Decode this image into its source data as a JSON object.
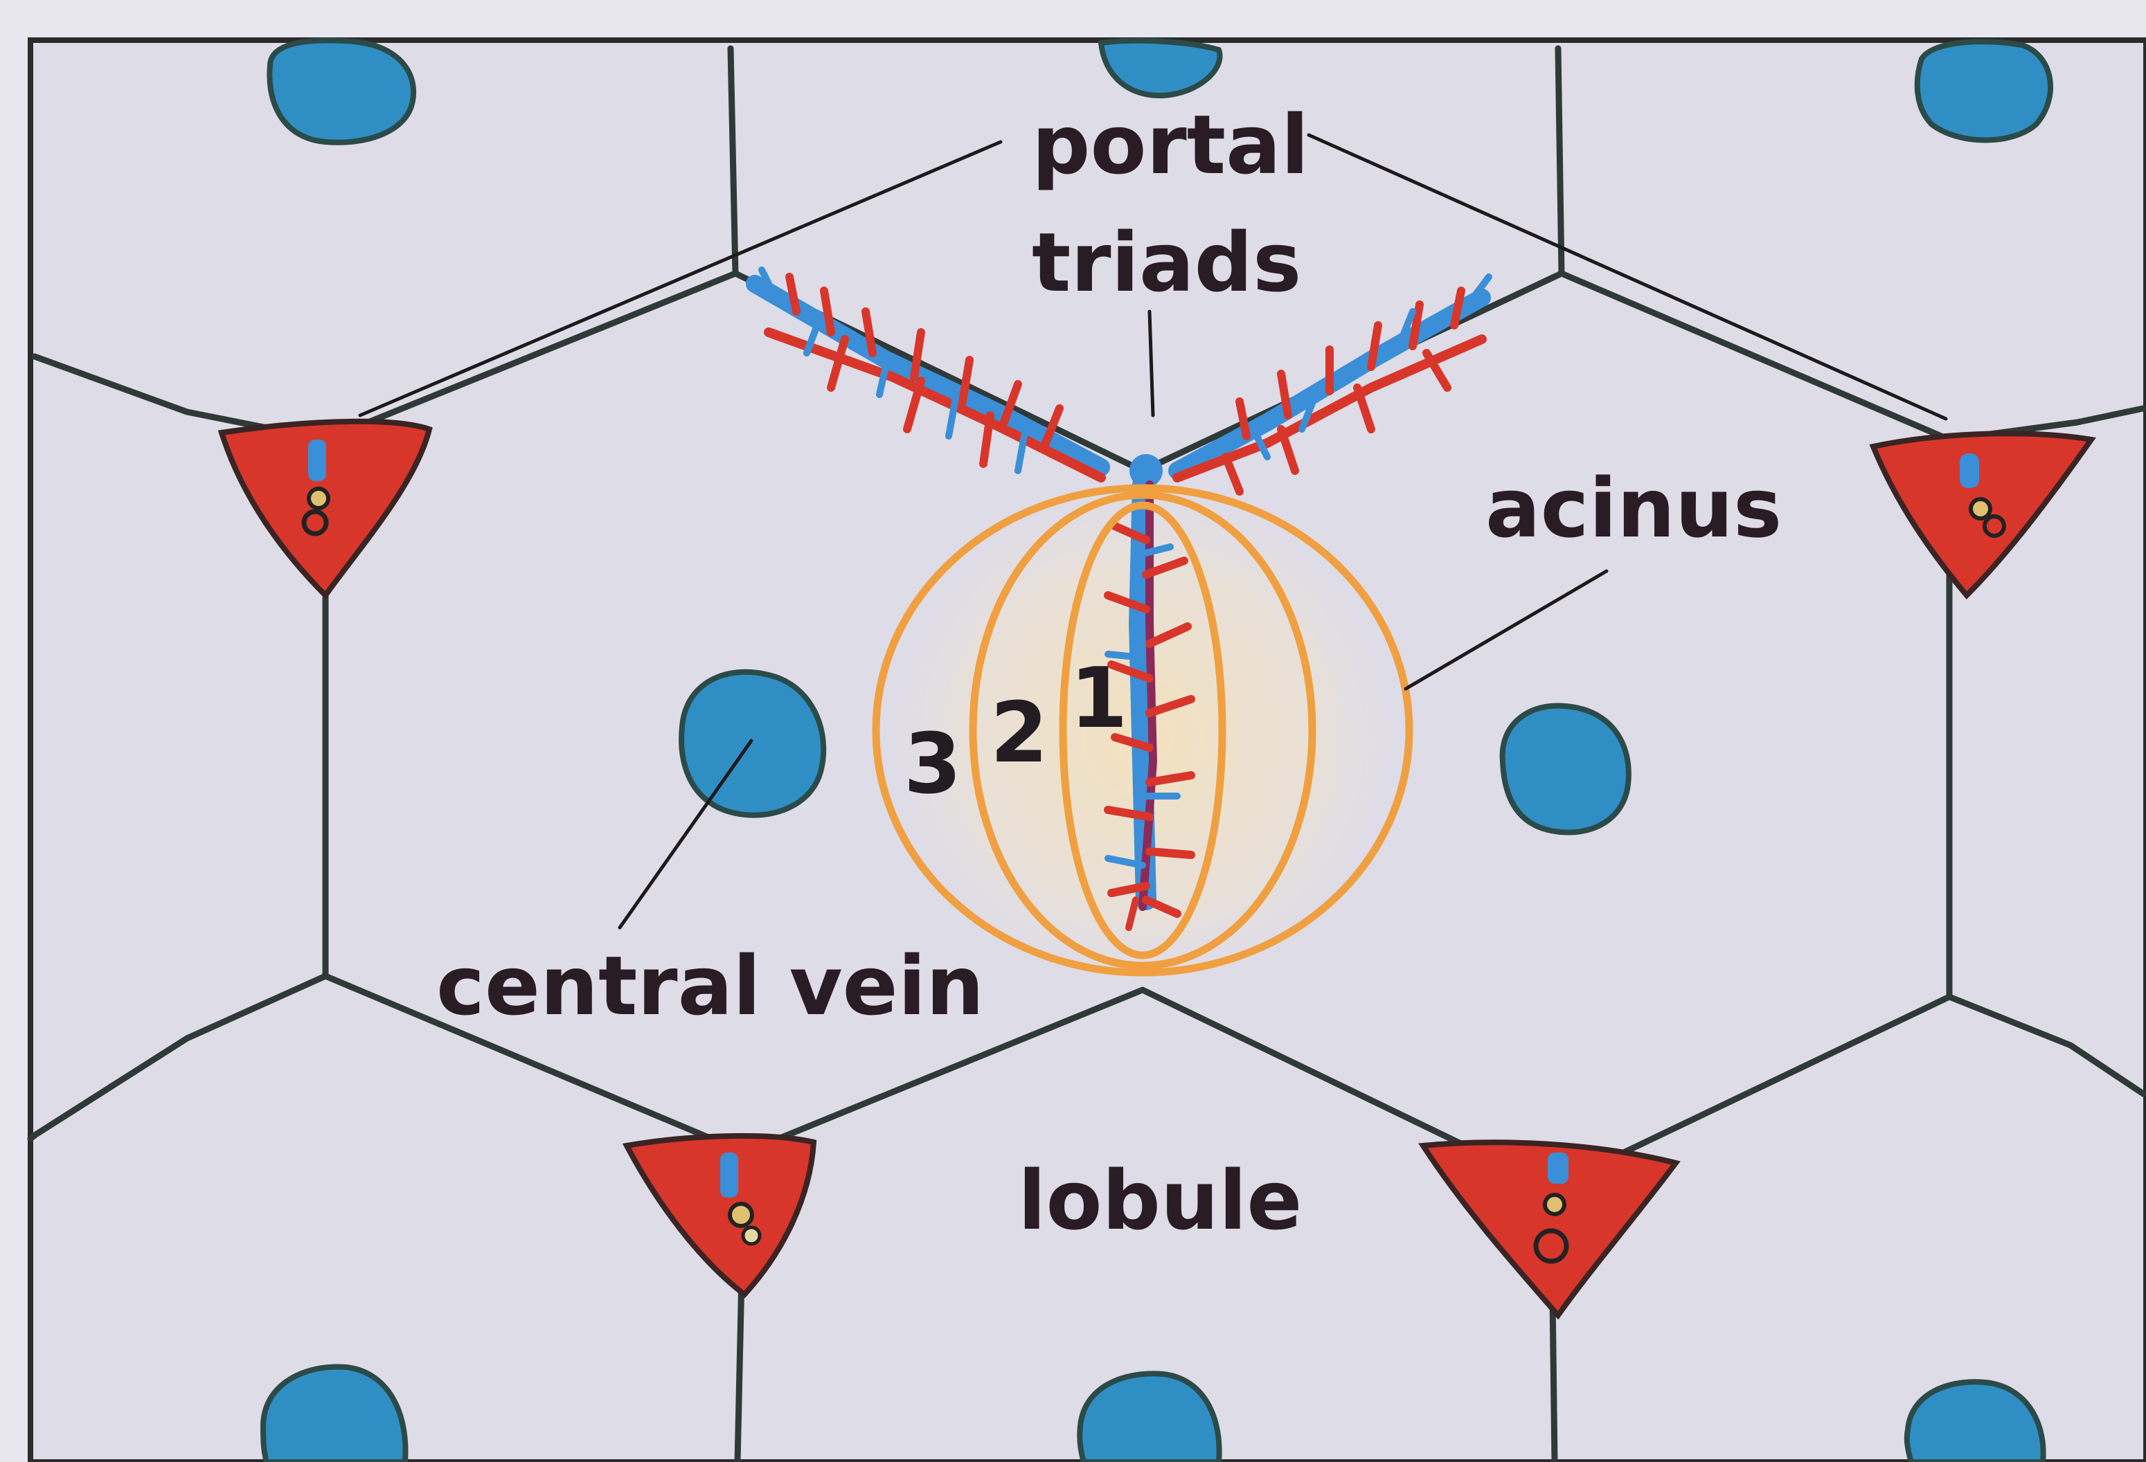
{
  "labels": {
    "portal": "portal",
    "triads": "triads",
    "acinus": "acinus",
    "central_vein": "central vein",
    "lobule": "lobule"
  },
  "zones": [
    "3",
    "2",
    "1"
  ],
  "colors": {
    "background": "#e4e1ea",
    "lobule_fill": "#dddbe4",
    "septa": "#2f3a38",
    "central_vein": "#2f8fc4",
    "portal_triad": "#d8362b",
    "artery": "#d8362b",
    "portal_vein_branch": "#3a8fd8",
    "acinus_rings": "#f0a040",
    "text": "#2a1c24"
  }
}
